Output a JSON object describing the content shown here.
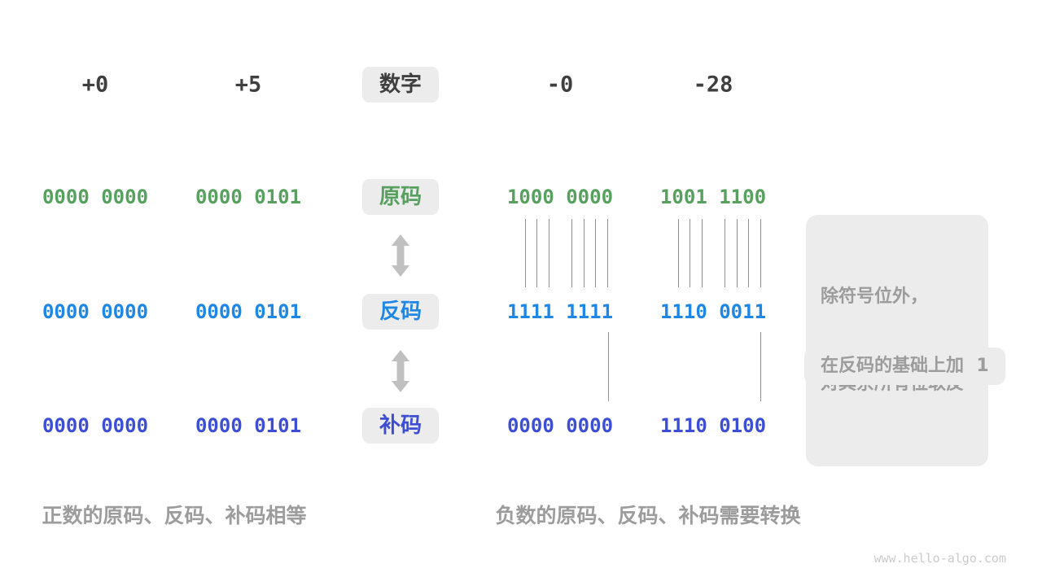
{
  "page": {
    "background": "#ffffff",
    "footer": "www.hello-algo.com"
  },
  "colors": {
    "header_text": "#3f3f3f",
    "sign_magnitude_green": "#57a05f",
    "ones_complement_blue": "#1e87e5",
    "twos_complement_indigo": "#3d4ed4",
    "badge_background": "#ececec",
    "annotation_text": "#9c9c9c",
    "arrow_gray": "#c0c0c0",
    "connector_line_gray": "#8e8e8e",
    "footer_text": "#cbcbcb"
  },
  "row_labels": {
    "number": "数字",
    "sign_magnitude": "原码",
    "ones_complement": "反码",
    "twos_complement": "补码"
  },
  "columns": [
    {
      "number": "+0",
      "sign_magnitude": "0000 0000",
      "ones_complement": "0000 0000",
      "twos_complement": "0000 0000"
    },
    {
      "number": "+5",
      "sign_magnitude": "0000 0101",
      "ones_complement": "0000 0101",
      "twos_complement": "0000 0101"
    },
    {
      "number": "-0",
      "sign_magnitude": "1000 0000",
      "ones_complement": "1111 1111",
      "twos_complement": "0000 0000"
    },
    {
      "number": "-28",
      "sign_magnitude": "1001 1100",
      "ones_complement": "1110 0011",
      "twos_complement": "1110 0100"
    }
  ],
  "annotations": {
    "invert_bits_line1": "除符号位外，",
    "invert_bits_line2": "对其余所有位取反",
    "add_one": "在反码的基础上加  1"
  },
  "captions": {
    "positive": "正数的原码、反码、补码相等",
    "negative": "负数的原码、反码、补码需要转换"
  }
}
